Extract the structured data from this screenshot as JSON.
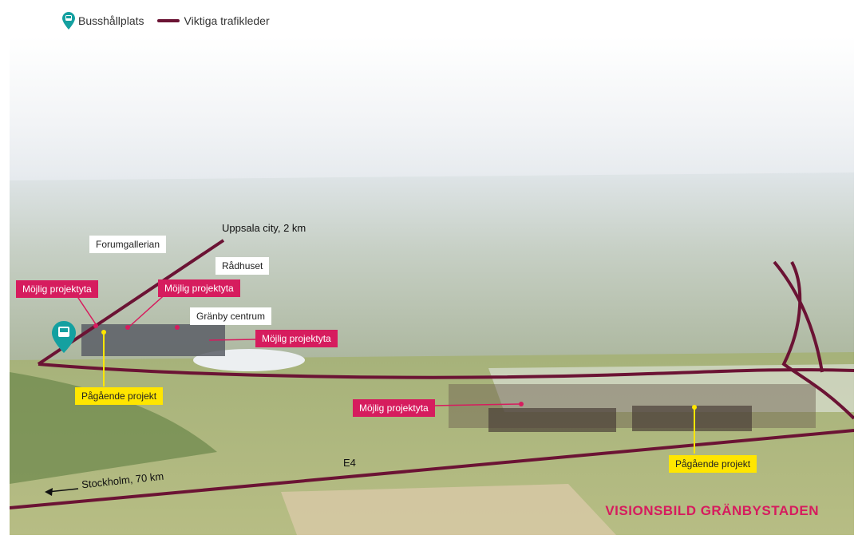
{
  "legend": {
    "bus_stop": "Busshållplats",
    "main_roads": "Viktiga trafikleder"
  },
  "colors": {
    "road": "#6b1334",
    "possible_project": "#d61c5e",
    "ongoing_project": "#ffe600",
    "bus_stop": "#14a0a0"
  },
  "map": {
    "title": "VISIONSBILD GRÄNBYSTADEN",
    "labels": {
      "forumgallerian": "Forumgallerian",
      "radhuset": "Rådhuset",
      "granby_centrum": "Gränby centrum",
      "uppsala_city": "Uppsala city, 2 km",
      "stockholm": "Stockholm, 70 km",
      "e4": "E4"
    },
    "possible_projects": [
      "Möjlig projektyta",
      "Möjlig projektyta",
      "Möjlig projektyta",
      "Möjlig projektyta"
    ],
    "ongoing_projects": [
      "Pågående projekt",
      "Pågående projekt"
    ]
  }
}
